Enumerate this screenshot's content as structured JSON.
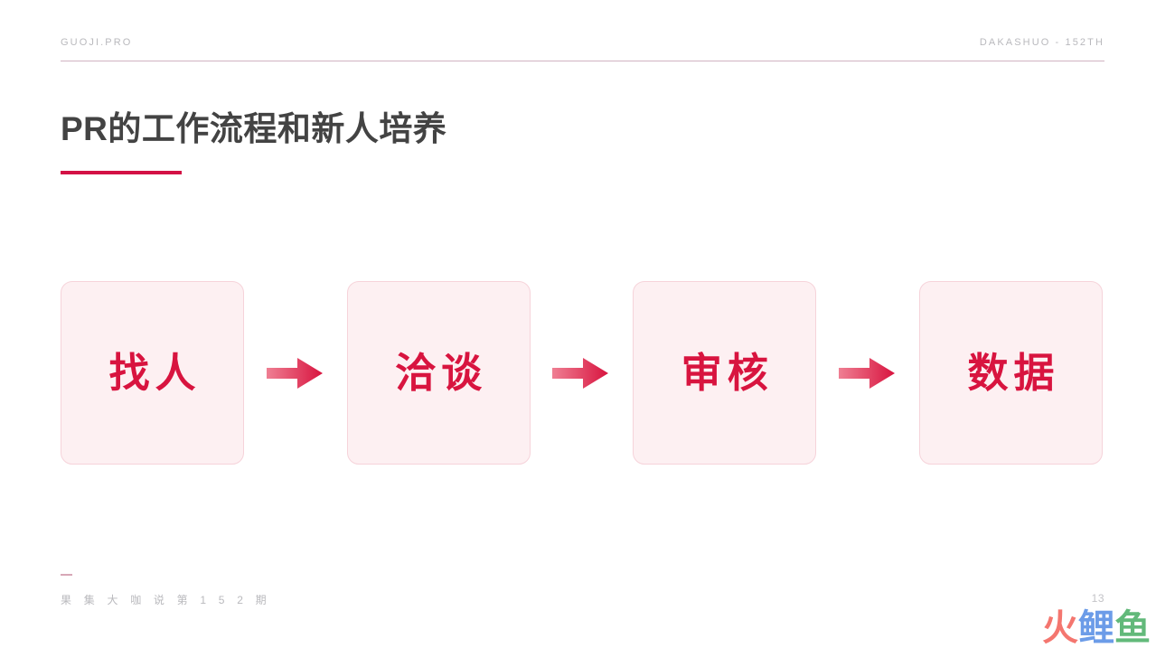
{
  "slide": {
    "background_color": "#ffffff",
    "page_number": "13"
  },
  "header": {
    "left_label": "GUOJI.PRO",
    "right_label": "DAKASHUO - 152TH",
    "rule_color": "#b4849d"
  },
  "title": {
    "text": "PR的工作流程和新人培养",
    "color": "#434343",
    "accent_color": "#d31145"
  },
  "flow": {
    "arrow_icon": "arrow-right-icon",
    "arrow_color_start": "#ef7f93",
    "arrow_color_end": "#d8143f",
    "card_fill": "#fdf0f2",
    "card_border": "#f6d3da",
    "card_text_color": "#d8143f",
    "steps": [
      {
        "label": "找人"
      },
      {
        "label": "洽谈"
      },
      {
        "label": "审核"
      },
      {
        "label": "数据"
      }
    ]
  },
  "footer": {
    "text": "果 集 大 咖 说 第 1 5 2 期",
    "mark_color": "#c98a9e"
  },
  "brand": {
    "chars": [
      {
        "text": "火",
        "color": "#f4766f"
      },
      {
        "text": "鲤",
        "color": "#6c9ce8"
      },
      {
        "text": "鱼",
        "color": "#62b97a"
      }
    ]
  }
}
